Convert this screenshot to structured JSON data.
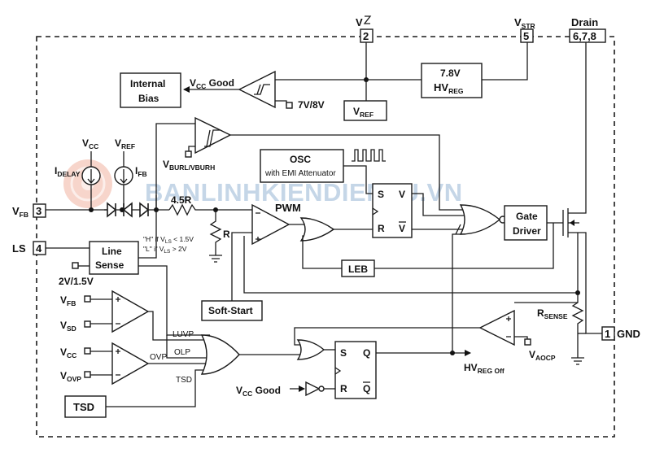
{
  "pins": {
    "vz": {
      "base": "V",
      "num": "2"
    },
    "vstr": {
      "base": "V",
      "sub": "STR",
      "num": "5"
    },
    "drain": {
      "label": "Drain",
      "num": "6,7,8"
    },
    "vfb": {
      "base": "V",
      "sub": "FB",
      "num": "3"
    },
    "ls": {
      "label": "LS",
      "num": "4"
    },
    "gnd": {
      "label": "GND",
      "num": "1"
    }
  },
  "blocks": {
    "internal_bias": {
      "line1": "Internal",
      "line2": "Bias"
    },
    "hvreg": {
      "line1": "7.8V",
      "base": "HV",
      "sub": "REG"
    },
    "vref": {
      "base": "V",
      "sub": "REF"
    },
    "osc": {
      "line1": "OSC",
      "line2": "with EMI Attenuator"
    },
    "gate_driver": {
      "line1": "Gate",
      "line2": "Driver"
    },
    "leb": "LEB",
    "line_sense": {
      "line1": "Line",
      "line2": "Sense"
    },
    "soft_start": "Soft-Start",
    "tsd": "TSD"
  },
  "labels": {
    "vcc_good_top": {
      "base": "V",
      "sub": "CC",
      "rest": " Good"
    },
    "threshold_7_8": "7V/8V",
    "vburl": {
      "base": "V",
      "sub": "BURL/VBURH"
    },
    "vcc_src": {
      "base": "V",
      "sub": "CC"
    },
    "vref_src": {
      "base": "V",
      "sub": "REF"
    },
    "idelay": {
      "base": "I",
      "sub": "DELAY"
    },
    "ifb": {
      "base": "I",
      "sub": "FB"
    },
    "res_4_5r": "4.5R",
    "res_r": "R",
    "pwm": "PWM",
    "h_note": {
      "a": "\"H\" if V",
      "sub": "LS",
      "b": " < 1.5V"
    },
    "l_note": {
      "a": "\"L\" if V",
      "sub": "LS",
      "b": " > 2V"
    },
    "ls_thresh": "2V/1.5V",
    "vfb_in": {
      "base": "V",
      "sub": "FB"
    },
    "vsd_in": {
      "base": "V",
      "sub": "SD"
    },
    "vcc_in": {
      "base": "V",
      "sub": "CC"
    },
    "vovp_in": {
      "base": "V",
      "sub": "OVP"
    },
    "luvp": "LUVP",
    "olp": "OLP",
    "ovp": "OVP",
    "tsd_sig": "TSD",
    "vcc_good_bot": {
      "base": "V",
      "sub": "CC",
      "rest": " Good"
    },
    "hvreg_off": {
      "base": "HV",
      "sub": "REG Off"
    },
    "rsense": {
      "base": "R",
      "sub": "SENSE"
    },
    "vaocp": {
      "base": "V",
      "sub": "AOCP"
    },
    "sr_top": {
      "s": "S",
      "v": "V",
      "r": "R",
      "vbar": "V"
    },
    "sr_bot": {
      "s": "S",
      "q": "Q",
      "r": "R",
      "qbar": "Q"
    }
  },
  "watermark": "BANLINHKIENDIENTU.VN"
}
